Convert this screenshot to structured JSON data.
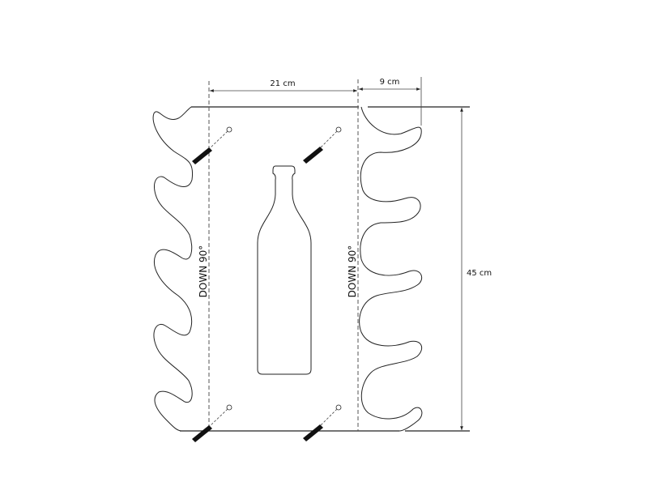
{
  "dimensions": {
    "width_label": "21 cm",
    "depth_label": "9 cm",
    "height_label": "45 cm"
  },
  "fold_labels": {
    "left": "DOWN 90°",
    "right": "DOWN 90°"
  },
  "colors": {
    "line": "#222222",
    "dimension": "#444444",
    "screw": "#111111"
  }
}
